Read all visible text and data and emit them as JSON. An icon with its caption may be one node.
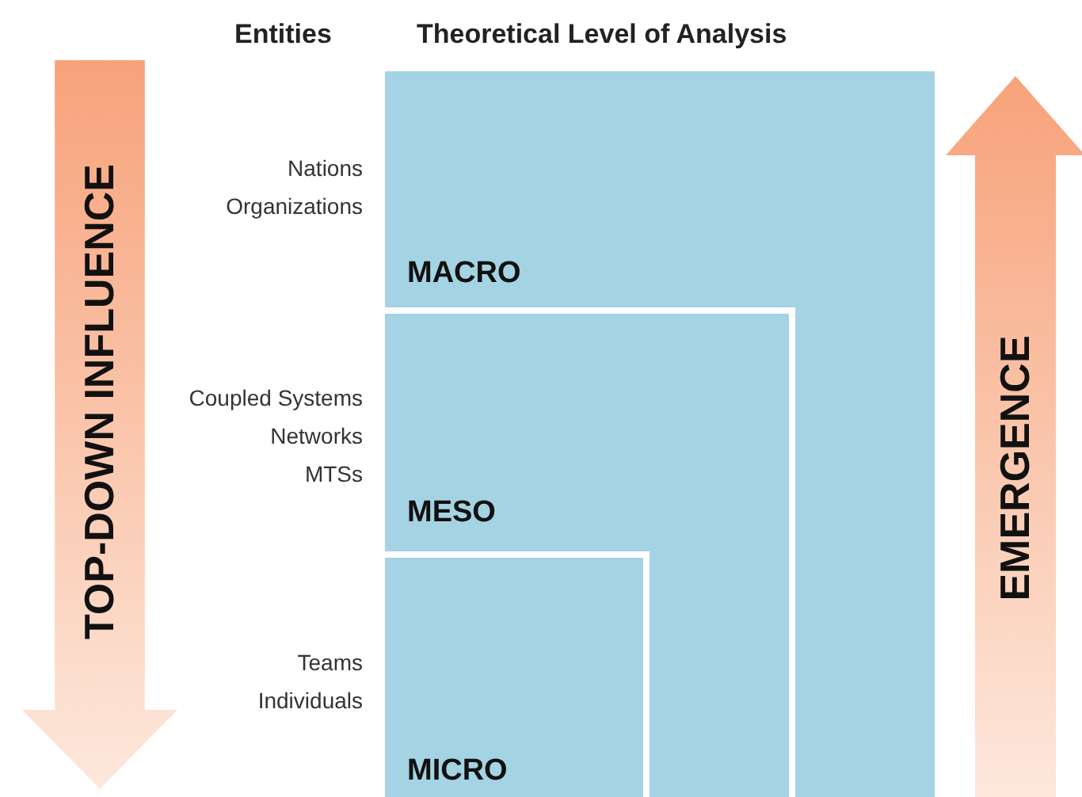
{
  "diagram": {
    "nodes": [
      {
        "text": [
          "MACRO"
        ]
      },
      {
        "text": [
          "MESO"
        ],
        "in": 0
      },
      {
        "text": [
          "MICRO"
        ],
        "in": 1
      },
      {
        "text": [
          "TOP-DOWN INFLUENCE"
        ]
      },
      {
        "text": [
          "EMERGENCE"
        ]
      }
    ],
    "edges": [],
    "labels": [
      "Entities",
      "Theoretical Level of Analysis",
      "Nations",
      "Organizations",
      "Coupled Systems",
      "Networks",
      "MTSs",
      "Teams",
      "Individuals"
    ]
  }
}
